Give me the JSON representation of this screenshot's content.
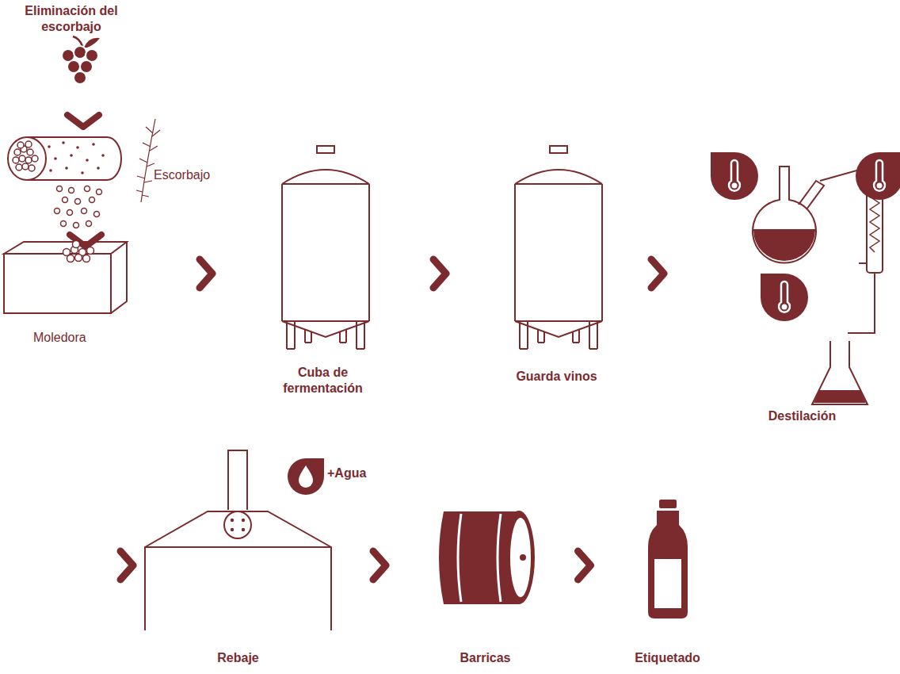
{
  "diagram": {
    "nodes": [
      {
        "text": [
          "Eliminación del escorbajo"
        ]
      },
      {
        "text": [
          "Cuba de fermentación"
        ]
      },
      {
        "text": [
          "Guarda vinos"
        ]
      },
      {
        "text": [
          "Destilación"
        ]
      },
      {
        "text": [
          "Rebaje"
        ]
      },
      {
        "text": [
          "Barricas"
        ]
      },
      {
        "text": [
          "Etiquetado"
        ]
      }
    ],
    "edges": [
      {
        "from": 0,
        "to": 1,
        "arrow": "to"
      },
      {
        "from": 1,
        "to": 2,
        "arrow": "to"
      },
      {
        "from": 2,
        "to": 3,
        "arrow": "to"
      },
      {
        "from": 3,
        "to": 4,
        "arrow": "to"
      },
      {
        "from": 4,
        "to": 5,
        "arrow": "to"
      },
      {
        "from": 5,
        "to": 6,
        "arrow": "to"
      }
    ],
    "labels": [
      "Escorbajo",
      "Moledora",
      "+Agua"
    ]
  }
}
